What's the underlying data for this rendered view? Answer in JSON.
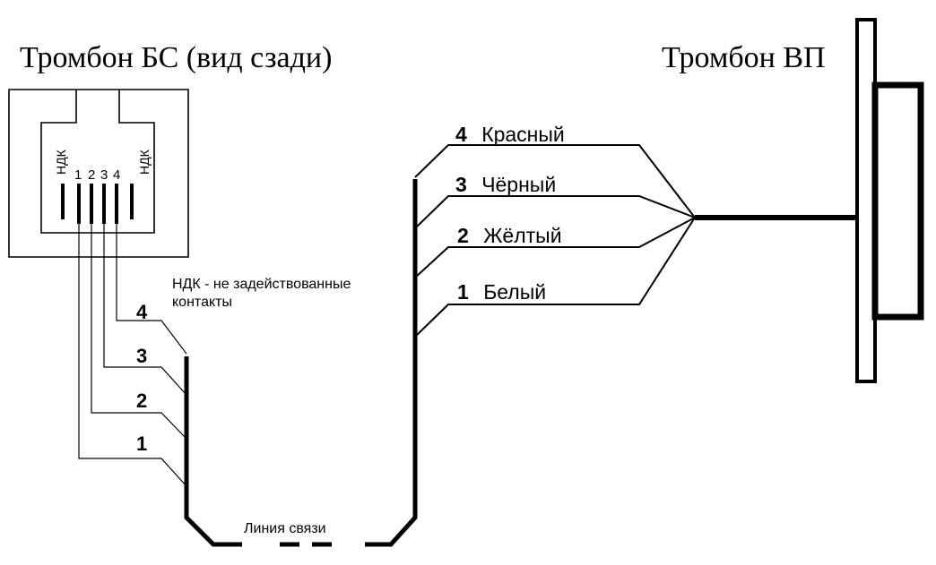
{
  "titles": {
    "left": "Тромбон БС (вид сзади)",
    "right": "Тромбон ВП"
  },
  "connector": {
    "side_label_left": "НДК",
    "side_label_right": "НДК",
    "pin_numbers": [
      "1",
      "2",
      "3",
      "4"
    ]
  },
  "note": {
    "line1": "НДК - не задействованные",
    "line2": "контакты"
  },
  "left_wire_numbers": [
    "4",
    "3",
    "2",
    "1"
  ],
  "line_label": "Линия связи",
  "right_wires": [
    {
      "num": "4",
      "name": "Красный"
    },
    {
      "num": "3",
      "name": "Чёрный"
    },
    {
      "num": "2",
      "name": "Жёлтый"
    },
    {
      "num": "1",
      "name": "Белый"
    }
  ]
}
